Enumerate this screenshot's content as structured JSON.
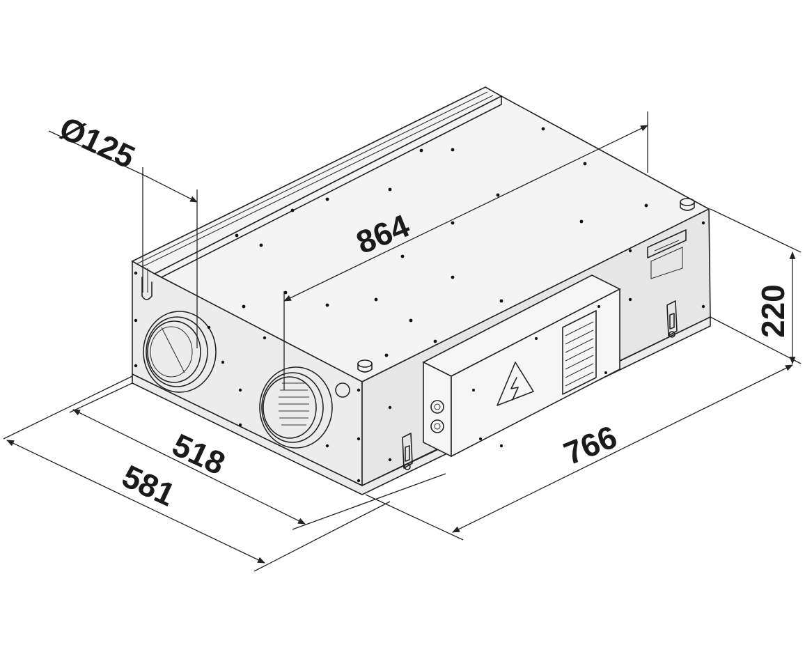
{
  "dimensions": {
    "diameter": "Ø125",
    "length_top": "864",
    "height": "220",
    "width_inner": "518",
    "width_outer": "581",
    "length_side": "766"
  },
  "colors": {
    "line": "#222222",
    "background": "#ffffff",
    "panel_fill": "#f0f0f0"
  }
}
